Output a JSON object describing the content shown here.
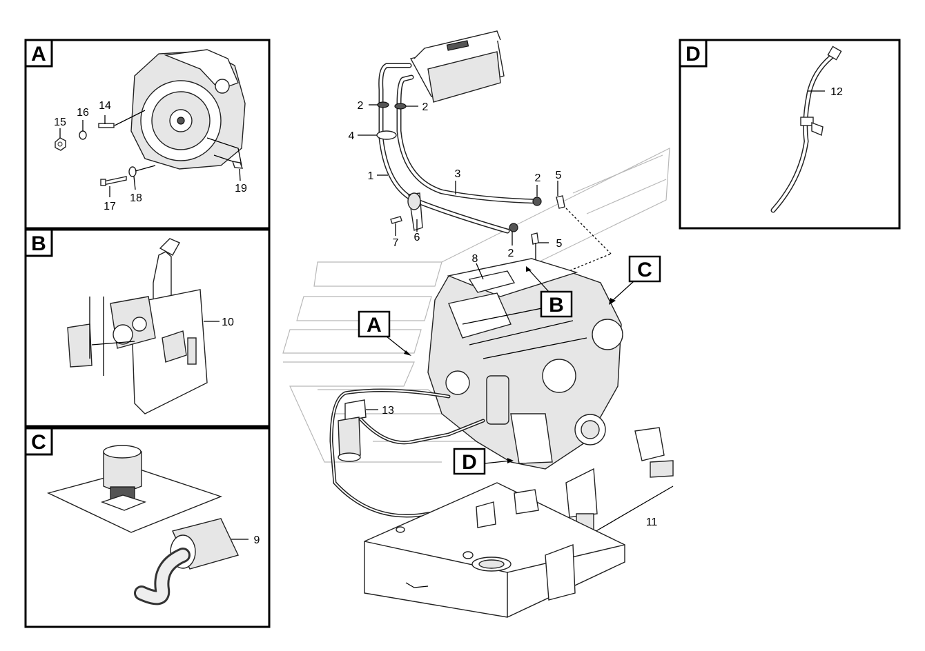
{
  "panels": [
    {
      "letter": "A"
    },
    {
      "letter": "B"
    },
    {
      "letter": "C"
    },
    {
      "letter": "D"
    }
  ],
  "callouts": {
    "main_A": "A",
    "main_B": "B",
    "main_C": "C",
    "main_D": "D"
  },
  "parts": {
    "p1": "1",
    "p2a": "2",
    "p2b": "2",
    "p2c": "2",
    "p2d": "2",
    "p3": "3",
    "p4": "4",
    "p5a": "5",
    "p5b": "5",
    "p6": "6",
    "p7": "7",
    "p8": "8",
    "p9": "9",
    "p10": "10",
    "p11": "11",
    "p12": "12",
    "p13": "13",
    "p14": "14",
    "p15": "15",
    "p16": "16",
    "p17": "17",
    "p18": "18",
    "p19": "19"
  }
}
